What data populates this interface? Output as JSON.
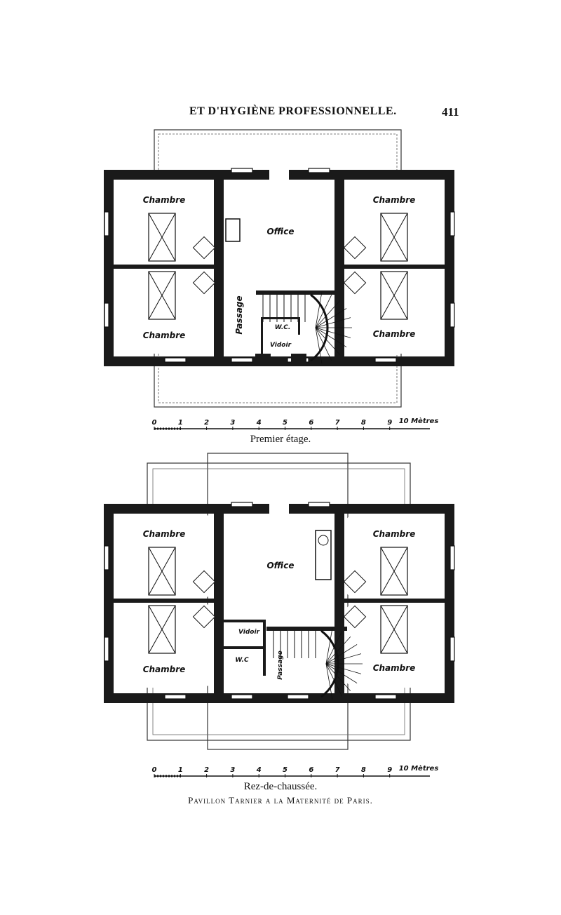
{
  "page": {
    "header": "ET D'HYGIÈNE PROFESSIONNELLE.",
    "page_number": "411"
  },
  "plan_upper": {
    "caption": "Premier étage.",
    "rooms": {
      "chambre_tl": "Chambre",
      "chambre_bl": "Chambre",
      "chambre_tr": "Chambre",
      "chambre_br": "Chambre",
      "office": "Office",
      "passage": "Passage",
      "wc": "W.C.",
      "vidoir": "Vidoir"
    },
    "scale": {
      "ticks": [
        "0",
        "1",
        "2",
        "3",
        "4",
        "5",
        "6",
        "7",
        "8",
        "9"
      ],
      "end": "10 Mètres"
    }
  },
  "plan_lower": {
    "caption": "Rez-de-chaussée.",
    "rooms": {
      "chambre_tl": "Chambre",
      "chambre_bl": "Chambre",
      "chambre_tr": "Chambre",
      "chambre_br": "Chambre",
      "office": "Office",
      "passage": "Passage",
      "wc": "W.C",
      "vidoir": "Vidoir"
    },
    "scale": {
      "ticks": [
        "0",
        "1",
        "2",
        "3",
        "4",
        "5",
        "6",
        "7",
        "8",
        "9"
      ],
      "end": "10 Mètres"
    }
  },
  "figure_caption": "Pavillon Tarnier a la Maternité de Paris."
}
